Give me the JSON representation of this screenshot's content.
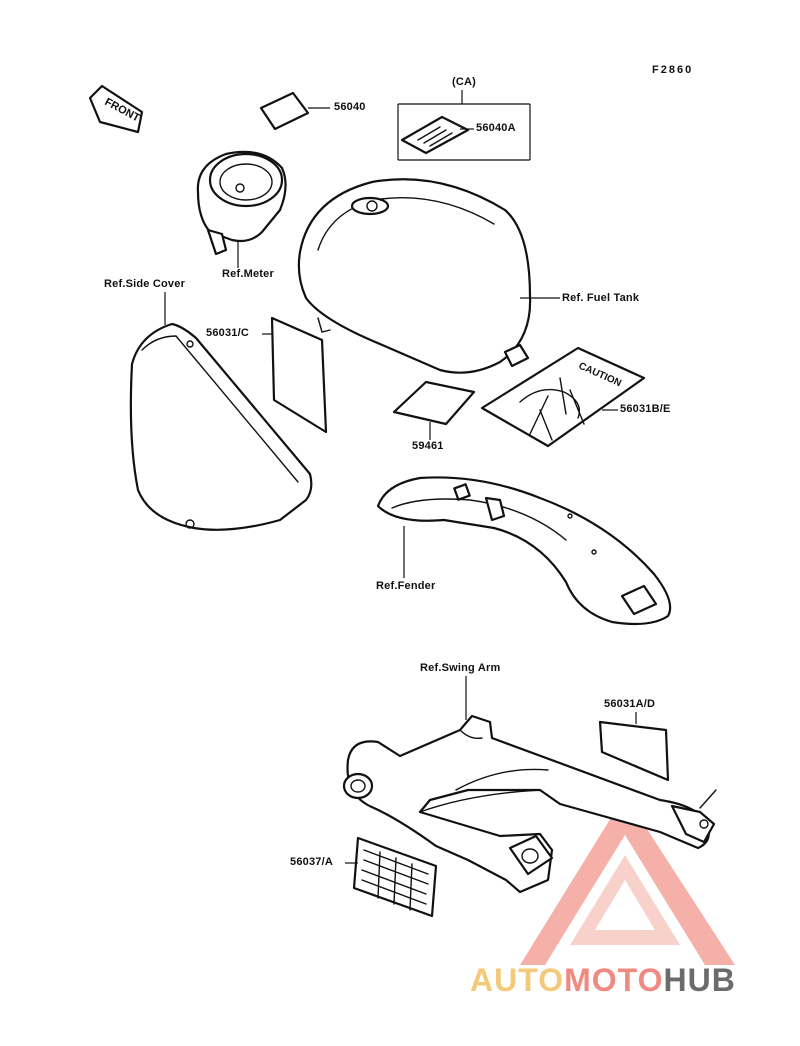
{
  "diagram": {
    "figure_code": "F2860",
    "front_label": "FRONT",
    "ca_note": "(CA)",
    "caution_text": "CAUTION",
    "callouts": {
      "p56040": "56040",
      "p56040a": "56040A",
      "ref_meter": "Ref.Meter",
      "ref_side_cover": "Ref.Side Cover",
      "ref_fuel_tank": "Ref. Fuel Tank",
      "p56031c": "56031/C",
      "p59461": "59461",
      "p56031be": "56031B/E",
      "ref_fender": "Ref.Fender",
      "ref_swing_arm": "Ref.Swing Arm",
      "p56031ad": "56031A/D",
      "p56037a": "56037/A"
    }
  },
  "watermark": {
    "part1": "AUTO",
    "part2": "MOTO",
    "part3": "HUB",
    "colors": {
      "part1": "#f5c97a",
      "part2": "#f08a80",
      "part3": "#6b6b6b",
      "triangle": "#f3a39b"
    }
  }
}
